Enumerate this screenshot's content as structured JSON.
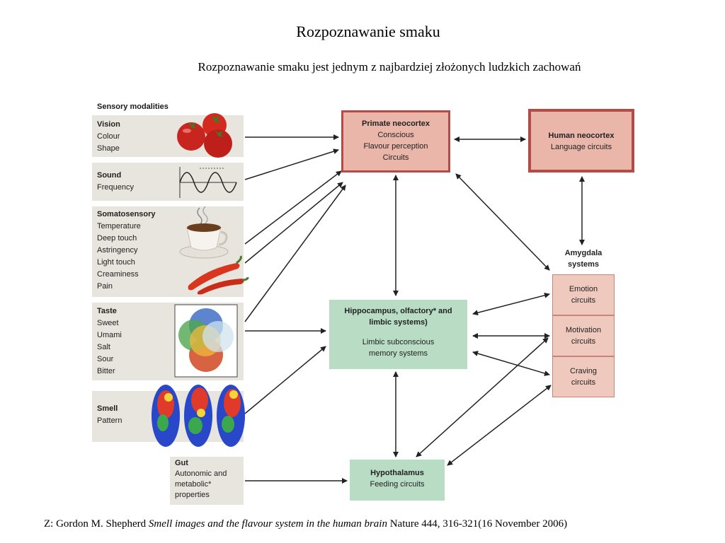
{
  "slide": {
    "title": "Rozpoznawanie smaku",
    "subtitle": "Rozpoznawanie smaku jest jednym z najbardziej złożonych ludzkich zachowań",
    "citation_prefix": "Z: Gordon M. Shepherd ",
    "citation_italic": "Smell images and the flavour system in the human brain",
    "citation_suffix": " Nature 444, 316-321(16 November 2006)"
  },
  "diagram": {
    "sensory_heading": "Sensory modalities",
    "modalities": [
      {
        "title": "Vision",
        "items": [
          "Colour",
          "Shape"
        ],
        "icon": "tomato-icon"
      },
      {
        "title": "Sound",
        "items": [
          "Frequency"
        ],
        "icon": "sine-wave-icon"
      },
      {
        "title": "Somatosensory",
        "items": [
          "Temperature",
          "Deep touch",
          "Astringency",
          "Light touch",
          "Creaminess",
          "Pain"
        ],
        "icon": "coffee-cup-icon"
      },
      {
        "title": "Taste",
        "items": [
          "Sweet",
          "Umami",
          "Salt",
          "Sour",
          "Bitter"
        ],
        "icon": "taste-circles-icon"
      },
      {
        "title": "Smell",
        "items": [
          "Pattern"
        ],
        "icon": "olfactory-map-icon"
      }
    ],
    "gut": {
      "title": "Gut",
      "lines": [
        "Autonomic and",
        "metabolic*",
        "properties"
      ]
    },
    "primate_neocortex": {
      "title": "Primate neocortex",
      "lines": [
        "Conscious",
        "Flavour perception",
        "Circuits"
      ]
    },
    "human_neocortex": {
      "title": "Human neocortex",
      "lines": [
        "Language circuits"
      ]
    },
    "hippocampus": {
      "title_line1": "Hippocampus, olfactory* and",
      "title_line2": "limbic systems)",
      "lines": [
        "Limbic subconscious",
        "memory systems"
      ]
    },
    "hypothalamus": {
      "title": "Hypothalamus",
      "lines": [
        "Feeding circuits"
      ]
    },
    "amygdala": {
      "title_line1": "Amygdala",
      "title_line2": "systems",
      "circuits": [
        {
          "line1": "Emotion",
          "line2": "circuits"
        },
        {
          "line1": "Motivation",
          "line2": "circuits"
        },
        {
          "line1": "Craving",
          "line2": "circuits"
        }
      ]
    },
    "colors": {
      "modality_bg": "#e8e4de",
      "neocortex_fill": "#e9b6a9",
      "neocortex_border": "#b44b48",
      "limbic_fill": "#b9dcc5",
      "amygdala_fill": "#efc9bd"
    }
  }
}
